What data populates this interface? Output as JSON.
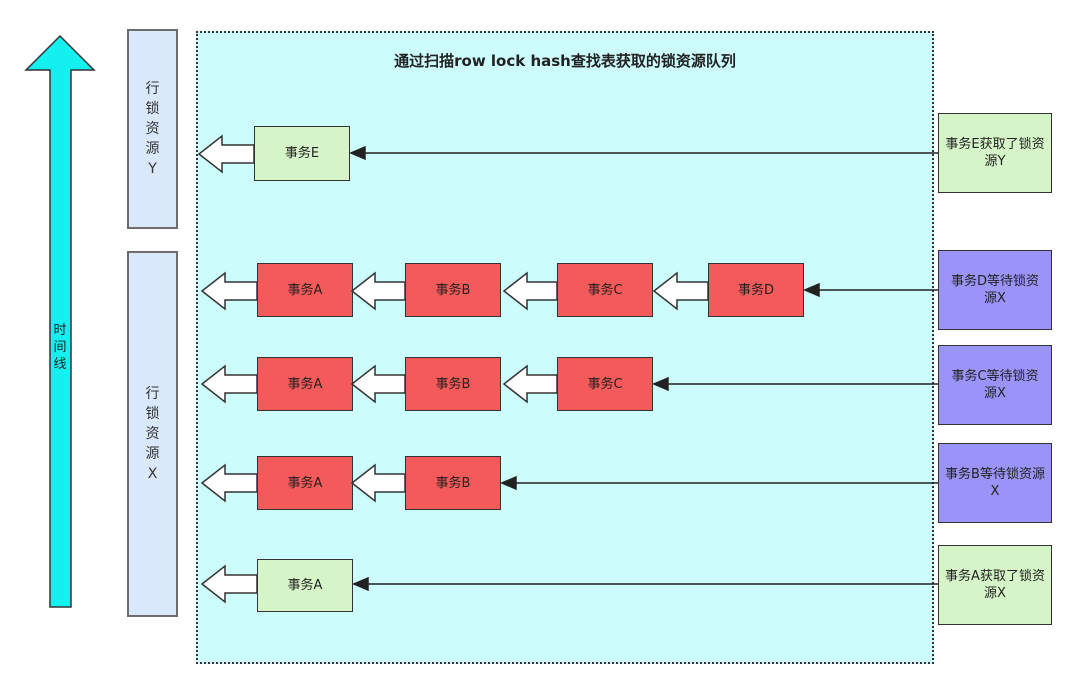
{
  "title": "通过扫描row lock hash查找表获取的锁资源队列",
  "timeline_label": "时间线",
  "resources": {
    "y": "行锁资源Y",
    "x": "行锁资源X"
  },
  "rows": [
    {
      "queue": [
        "事务E"
      ],
      "note": "事务E获取了锁资源Y"
    },
    {
      "queue": [
        "事务A",
        "事务B",
        "事务C",
        "事务D"
      ],
      "note": "事务D等待锁资源X"
    },
    {
      "queue": [
        "事务A",
        "事务B",
        "事务C"
      ],
      "note": "事务C等待锁资源X"
    },
    {
      "queue": [
        "事务A",
        "事务B"
      ],
      "note": "事务B等待锁资源X"
    },
    {
      "queue": [
        "事务A"
      ],
      "note": "事务A获取了锁资源X"
    }
  ],
  "colors": {
    "timeline": "#14f0f0",
    "acquired": "#d5f5c8",
    "waiting": "#f55a5a",
    "waiting_note": "#9a94f8",
    "resource": "#dae8fc",
    "queue_bg": "#ccfcfc"
  }
}
